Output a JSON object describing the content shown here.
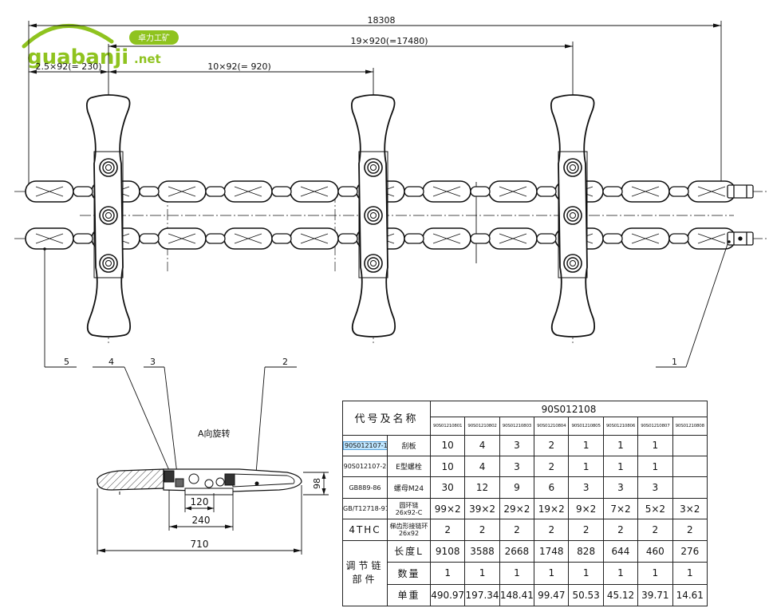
{
  "watermark": {
    "main": "guabanji",
    "suffix": ".net",
    "badge": "卓力工矿"
  },
  "dimensions": {
    "overall": "18308",
    "pitch_span": "19×920(=17480)",
    "offset": "2.5×92(= 230)",
    "flight_spacing": "10×92(= 920)",
    "section_width": "710",
    "flight_inner": "240",
    "flight_core": "120",
    "section_height": "98"
  },
  "callouts": [
    "1",
    "2",
    "3",
    "4",
    "5"
  ],
  "section_note": "A向旋转",
  "table": {
    "title_label": "代号及名称",
    "assembly_code": "90S012108",
    "variant_codes": [
      "90S01210801",
      "90S01210802",
      "90S01210803",
      "90S01210804",
      "90S01210805",
      "90S01210806",
      "90S01210807",
      "90S01210808"
    ],
    "rows": [
      {
        "code": "90S012107-1",
        "name": "刮板",
        "values": [
          "10",
          "4",
          "3",
          "2",
          "1",
          "1",
          "1",
          ""
        ]
      },
      {
        "code": "90S012107-2",
        "name": "E型螺栓",
        "values": [
          "10",
          "4",
          "3",
          "2",
          "1",
          "1",
          "1",
          ""
        ]
      },
      {
        "code": "GB889-86",
        "name": "螺母M24",
        "values": [
          "30",
          "12",
          "9",
          "6",
          "3",
          "3",
          "3",
          ""
        ]
      },
      {
        "code": "GB/T12718-91",
        "name_line1": "圆环链",
        "name_line2": "26x92-C",
        "values": [
          "99×2",
          "39×2",
          "29×2",
          "19×2",
          "9×2",
          "7×2",
          "5×2",
          "3×2"
        ]
      },
      {
        "code": "4THC",
        "name_line1": "梯齿形接链环",
        "name_line2": "26x92",
        "values": [
          "2",
          "2",
          "2",
          "2",
          "2",
          "2",
          "2",
          "2"
        ]
      }
    ],
    "adjust_group": {
      "label": "调节链部件",
      "rows": [
        {
          "name": "长度L",
          "values": [
            "9108",
            "3588",
            "2668",
            "1748",
            "828",
            "644",
            "460",
            "276"
          ]
        },
        {
          "name": "数量",
          "values": [
            "1",
            "1",
            "1",
            "1",
            "1",
            "1",
            "1",
            "1"
          ]
        },
        {
          "name": "单重",
          "values": [
            "490.97",
            "197.34",
            "148.41",
            "99.47",
            "50.53",
            "45.12",
            "39.71",
            "14.61"
          ]
        }
      ]
    }
  }
}
